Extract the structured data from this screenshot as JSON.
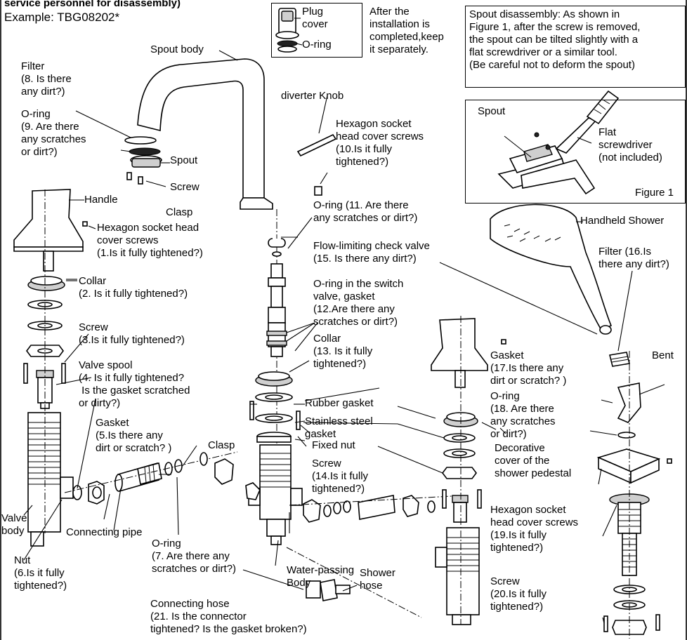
{
  "header": {
    "title": "service personnel for disassembly)"
  },
  "example": "Example: TBG08202*",
  "plug_cover": {
    "label_plug": "Plug\ncover",
    "label_oring": "O-ring",
    "note": "After the\ninstallation is\ncompleted,keep\nit separately."
  },
  "spout_note": {
    "text": "Spout disassembly: As shown in\nFigure 1, after the screw is removed,\nthe spout can be tilted slightly with a\nflat screwdriver or a similar tool.\n(Be careful not to deform the spout)"
  },
  "figure1": {
    "spout": "Spout",
    "screwdriver": "Flat\nscrewdriver\n(not included)",
    "caption": "Figure 1"
  },
  "labels": {
    "spout_body": "Spout body",
    "filter8": "Filter\n(8. Is there\nany dirt?)",
    "oring9": "O-ring\n(9. Are there\nany scratches\nor dirt?)",
    "spout": "Spout",
    "screw": "Screw",
    "diverter": "diverter Knob",
    "hex10": "Hexagon socket\nhead cover screws\n(10.Is it fully\ntightened?)",
    "handle": "Handle",
    "hex1": "Hexagon socket head\ncover screws\n(1.Is it fully tightened?)",
    "clasp_top": "Clasp",
    "oring11": "O-ring (11. Are there\nany scratches or dirt?)",
    "handheld": "Handheld Shower",
    "flow15": "Flow-limiting check valve\n(15. Is there any dirt?)",
    "filter16": "Filter (16.Is\nthere any dirt?)",
    "collar2": "Collar\n(2. Is it fully tightened?)",
    "oring12": "O-ring in the switch\nvalve, gasket\n(12.Are there any\nscratches or dirt?)",
    "screw3": "Screw\n(3.Is it fully tightened?)",
    "collar13": "Collar\n(13. Is it fully\ntightened?)",
    "gasket17": "Gasket\n(17.Is there any\ndirt or scratch? )",
    "bent": "Bent",
    "valve_spool": "Valve spool\n(4. Is it fully tightened?\n Is the gasket scratched\nor dirty?)",
    "rubber_gasket": "Rubber gasket",
    "stainless": "Stainless steel\ngasket",
    "oring18": "O-ring\n(18. Are there\nany scratches\nor dirt?)",
    "gasket5": "Gasket\n(5.Is there any\ndirt or scratch? )",
    "clasp_mid": "Clasp",
    "fixed_nut": "Fixed nut",
    "screw14": "Screw\n(14.Is it fully\ntightened?)",
    "decorative": "Decorative\ncover of the\nshower pedestal",
    "valve_body": "Valve\nbody",
    "connecting_pipe": "Connecting pipe",
    "hex19": "Hexagon socket\nhead cover screws\n(19.Is it fully\ntightened?)",
    "nut6": "Nut\n(6.Is it fully\ntightened?)",
    "oring7": "O-ring\n(7. Are there any\nscratches or dirt?)",
    "water_body": "Water-passing\nBody",
    "shower_hose": "Shower\nhose",
    "screw20": "Screw\n(20.Is it fully\ntightened?)",
    "hose21": "Connecting hose\n(21. Is the connector\ntightened? Is the gasket broken?)"
  }
}
